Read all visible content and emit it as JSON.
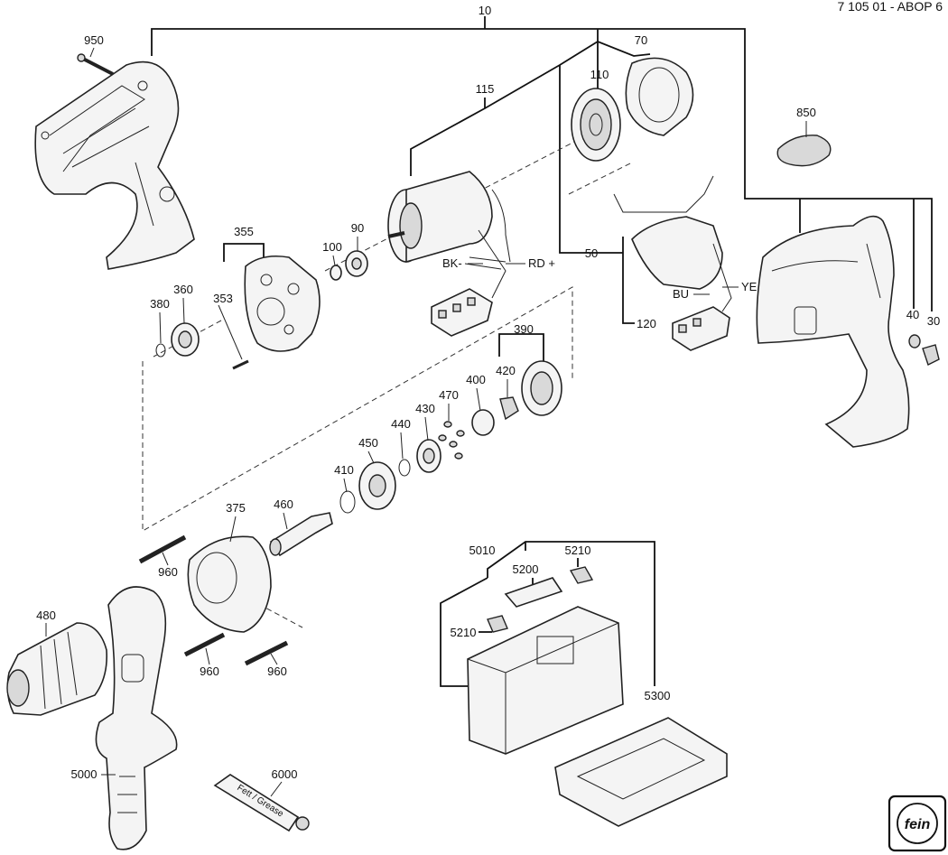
{
  "drawing_code": "7 105 01 - ABOP 6",
  "wire_labels": [
    "BK-",
    "RD +",
    "BU",
    "YE"
  ],
  "part_numbers": [
    "10",
    "950",
    "70",
    "110",
    "115",
    "850",
    "90",
    "100",
    "355",
    "353",
    "360",
    "380",
    "50",
    "120",
    "40",
    "30",
    "390",
    "420",
    "400",
    "470",
    "430",
    "440",
    "450",
    "410",
    "460",
    "375",
    "960",
    "480",
    "5000",
    "6000",
    "5010",
    "5210",
    "5200",
    "5300"
  ],
  "grease_label": "Fett / Grease",
  "logo_text": "fein"
}
